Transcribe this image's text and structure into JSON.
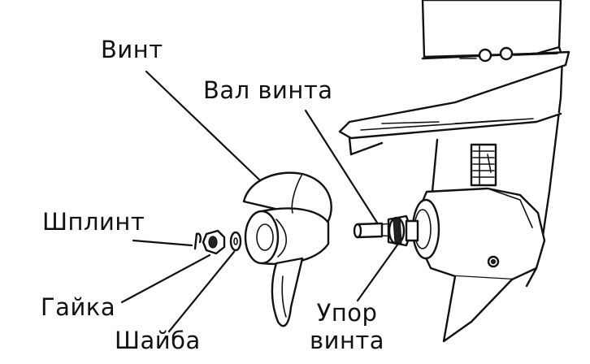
{
  "labels": {
    "propeller": "Винт",
    "propeller_shaft": "Вал винта",
    "cotter_pin": "Шплинт",
    "nut": "Гайка",
    "washer": "Шайба",
    "thrust_line1": "Упор",
    "thrust_line2": "винта"
  },
  "colors": {
    "line": "#111111",
    "background": "#ffffff"
  }
}
